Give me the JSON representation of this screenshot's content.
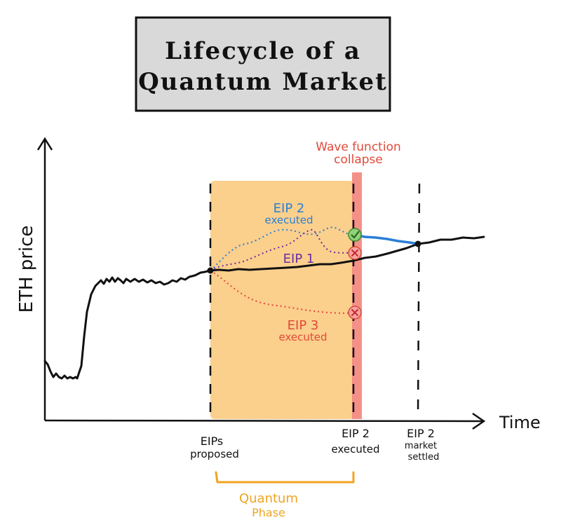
{
  "title": {
    "line1": "Lifecycle of a",
    "line2": "Quantum Market"
  },
  "axes": {
    "y_label": "ETH price",
    "x_label": "Time"
  },
  "annotations": {
    "collapse_line1": "Wave function",
    "collapse_line2": "collapse",
    "eip2_line1": "EIP 2",
    "eip2_line2": "executed",
    "eip1": "EIP 1",
    "eip3_line1": "EIP 3",
    "eip3_line2": "executed"
  },
  "ticks": {
    "proposed_line1": "EIPs",
    "proposed_line2": "proposed",
    "executed_line1": "EIP 2",
    "executed_line2": "executed",
    "settled_line1": "EIP 2",
    "settled_line2": "market",
    "settled_line3": "settled"
  },
  "phase": {
    "line1": "Quantum",
    "line2": "Phase"
  },
  "colors": {
    "quantum_phase_fill": "#fbcf8c",
    "collapse_band": "#f28b82",
    "eip2_blue": "#2a7fd6",
    "eip1_purple": "#6b2fa0",
    "eip3_red": "#e04a3a",
    "success_green": "#8fd27a",
    "fail_red": "#f6a3a3",
    "phase_orange": "#f0a41e",
    "title_box": "#d9d9d9"
  },
  "markers": {
    "success": "check-circle-icon",
    "failure": "x-circle-icon"
  }
}
